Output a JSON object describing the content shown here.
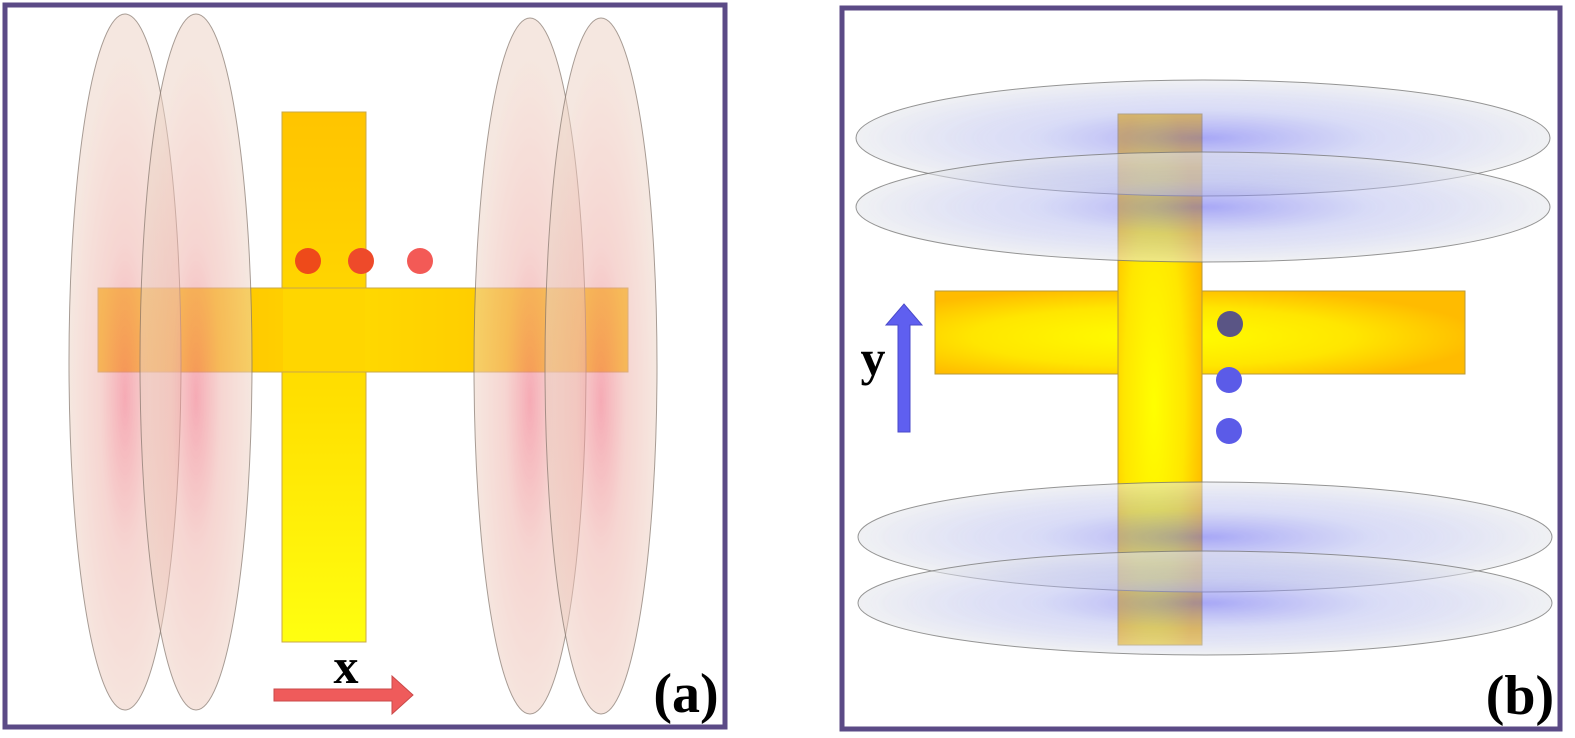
{
  "colors": {
    "frame": "#5b4a86",
    "cross_gold": "#ffd000",
    "cross_yellow": "#ffff00",
    "pink_glow": "#f07a8a",
    "blue_glow": "#5555ee",
    "red_arrow": "#ef5b5b",
    "blue_arrow": "#5f5ff0",
    "red_dot": "#f1493a",
    "blue_dot": "#5858ea"
  },
  "panel_a": {
    "label": "(a)",
    "axis_label": "x"
  },
  "panel_b": {
    "label": "(b)",
    "axis_label": "y"
  }
}
